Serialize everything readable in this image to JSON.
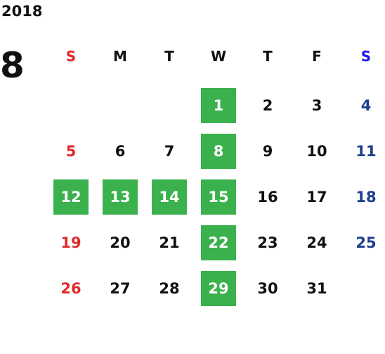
{
  "year": "2018",
  "month": "8",
  "colors": {
    "sunday": "#e02a2a",
    "saturday": "#1a3e8c",
    "saturday_header": "#1a1aee",
    "weekday": "#111111",
    "highlight_bg": "#3bb14e",
    "highlight_text": "#ffffff"
  },
  "weekdays": [
    "S",
    "M",
    "T",
    "W",
    "T",
    "F",
    "S"
  ],
  "weeks": [
    [
      {
        "d": ""
      },
      {
        "d": ""
      },
      {
        "d": ""
      },
      {
        "d": "1",
        "hl": true
      },
      {
        "d": "2"
      },
      {
        "d": "3"
      },
      {
        "d": "4"
      }
    ],
    [
      {
        "d": "5"
      },
      {
        "d": "6"
      },
      {
        "d": "7"
      },
      {
        "d": "8",
        "hl": true
      },
      {
        "d": "9"
      },
      {
        "d": "10"
      },
      {
        "d": "11"
      }
    ],
    [
      {
        "d": "12",
        "hl": true
      },
      {
        "d": "13",
        "hl": true
      },
      {
        "d": "14",
        "hl": true
      },
      {
        "d": "15",
        "hl": true
      },
      {
        "d": "16"
      },
      {
        "d": "17"
      },
      {
        "d": "18"
      }
    ],
    [
      {
        "d": "19"
      },
      {
        "d": "20"
      },
      {
        "d": "21"
      },
      {
        "d": "22",
        "hl": true
      },
      {
        "d": "23"
      },
      {
        "d": "24"
      },
      {
        "d": "25"
      }
    ],
    [
      {
        "d": "26"
      },
      {
        "d": "27"
      },
      {
        "d": "28"
      },
      {
        "d": "29",
        "hl": true
      },
      {
        "d": "30"
      },
      {
        "d": "31"
      },
      {
        "d": ""
      }
    ]
  ]
}
